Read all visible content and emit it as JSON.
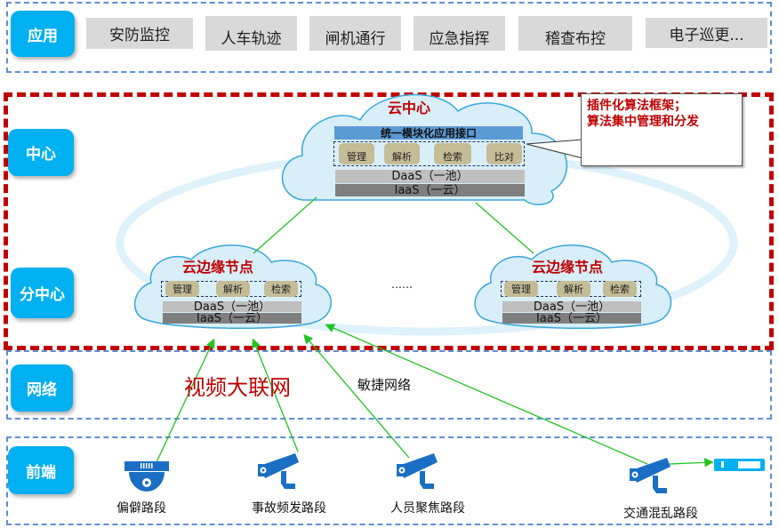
{
  "layers": {
    "application": {
      "tag": "应用",
      "items": [
        "安防监控",
        "人车轨迹",
        "闸机通行",
        "应急指挥",
        "稽查布控",
        "电子巡更..."
      ]
    },
    "center": {
      "tag": "中心"
    },
    "subcenter": {
      "tag": "分中心"
    },
    "network": {
      "tag": "网络",
      "video_network": "视频大联网",
      "agile_network": "敏捷网络"
    },
    "frontend": {
      "tag": "前端"
    }
  },
  "cloud_center": {
    "title": "云中心",
    "api_bar": "统一模块化应用接口",
    "modules": [
      "管理",
      "解析",
      "检索",
      "比对"
    ],
    "daas": "DaaS（一池）",
    "iaas": "IaaS（一云）"
  },
  "callout": {
    "line1": "插件化算法框架；",
    "line2": "算法集中管理和分发"
  },
  "edge_nodes": [
    {
      "title": "云边缘节点",
      "modules": [
        "管理",
        "解析",
        "检索"
      ],
      "daas": "DaaS（一池）",
      "iaas": "IaaS（一云）"
    },
    {
      "title": "云边缘节点",
      "modules": [
        "管理",
        "解析",
        "检索"
      ],
      "daas": "DaaS（一池）",
      "iaas": "IaaS（一云）"
    }
  ],
  "ellipsis": "……",
  "frontend_devices": [
    {
      "label": "偏僻路段",
      "icon": "dome-camera-icon"
    },
    {
      "label": "事故频发路段",
      "icon": "bullet-camera-icon"
    },
    {
      "label": "人员聚焦路段",
      "icon": "bullet-camera-icon"
    },
    {
      "label": "交通混乱路段",
      "icon": "bullet-camera-icon"
    }
  ],
  "colors": {
    "accent": "#00b0f0",
    "red": "#c00000",
    "green_arrow": "#22c322",
    "camera_blue": "#1a6fc4",
    "dashed_blue": "#5b8fd6"
  }
}
